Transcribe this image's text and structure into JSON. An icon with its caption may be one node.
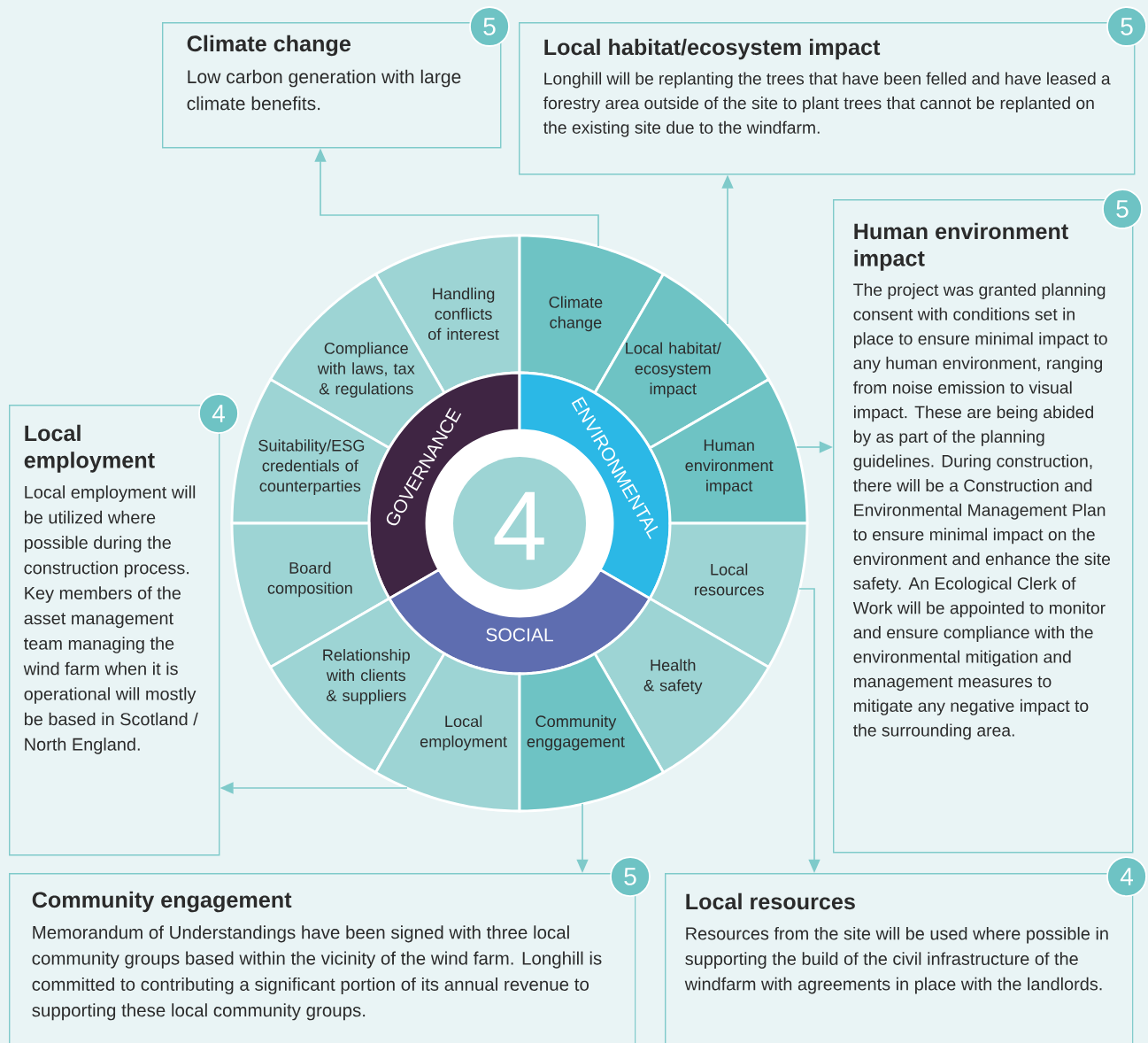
{
  "diagram": {
    "nodes": [
      {
        "text": [
          "Climate change",
          "Low carbon generation with large climate benefits."
        ]
      },
      {
        "text": [
          "5"
        ]
      },
      {
        "text": [
          "Local habitat/ecosystem impact",
          "Longhill will be replanting the trees that have been felled and have leased a forestry area outside of the site to plant trees that cannot be replanted on the existing site due to the windfarm."
        ]
      },
      {
        "text": [
          "5"
        ]
      },
      {
        "text": [
          "Human environment impact",
          "The project was granted planning consent with conditions set in place to ensure minimal impact to any human environment, ranging from noise emission to visual impact. These are being abided by as part of the planning guidelines. During construction, there will be a Construction and Environmental Management Plan to ensure minimal impact on the environment and enhance the site safety. An Ecological Clerk of Work will be appointed to monitor and ensure compliance with the environmental mitigation and management measures to mitigate any negative impact to the surrounding area."
        ]
      },
      {
        "text": [
          "5"
        ]
      },
      {
        "text": [
          "Local employment",
          "Local employment will be utilized where possible during the construction process. Key members of the asset management team managing the wind farm when it is operational will mostly be based in Scotland / North England."
        ]
      },
      {
        "text": [
          "4"
        ]
      },
      {
        "text": [
          "Handling conflicts of interest"
        ]
      },
      {
        "text": [
          "Climate change"
        ]
      },
      {
        "text": [
          "Compliance with laws, tax & regulations"
        ]
      },
      {
        "text": [
          "Local habitat/ ecosystem impact"
        ]
      },
      {
        "text": [
          "Suitability/ESG credentials of counterparties"
        ]
      },
      {
        "text": [
          "GOVERNANCE"
        ]
      },
      {
        "text": [
          "ENVIRONMENTAL"
        ]
      },
      {
        "text": [
          "Human environment impact"
        ]
      },
      {
        "text": [
          "4"
        ]
      },
      {
        "text": [
          "Board composition"
        ]
      },
      {
        "text": [
          "Local resources"
        ]
      },
      {
        "text": [
          "SOCIAL"
        ]
      },
      {
        "text": [
          "Relationship with clients & suppliers"
        ]
      },
      {
        "text": [
          "Health & safety"
        ]
      },
      {
        "text": [
          "Local employment"
        ]
      },
      {
        "text": [
          "Community enggagement"
        ]
      },
      {
        "text": [
          "Community engagement",
          "Memorandum of Understandings have been signed with three local community groups based within the vicinity of the wind farm. Longhill is committed to contributing a significant portion of its annual revenue to supporting these local community groups."
        ]
      },
      {
        "text": [
          "5"
        ]
      },
      {
        "text": [
          "Local resources",
          "Resources from the site will be used where possible in supporting the build of the civil infrastructure of the windfarm with agreements in place with the landlords."
        ]
      },
      {
        "text": [
          "4"
        ]
      }
    ],
    "edges": [
      {
        "from": 9,
        "to": 0,
        "arrow": "to"
      },
      {
        "from": 11,
        "to": 2,
        "arrow": "to"
      },
      {
        "from": 15,
        "to": 4,
        "arrow": "to"
      },
      {
        "from": 18,
        "to": 26,
        "arrow": "to"
      },
      {
        "from": 23,
        "to": 24,
        "arrow": "to"
      },
      {
        "from": 22,
        "to": 6,
        "arrow": "to"
      }
    ]
  }
}
